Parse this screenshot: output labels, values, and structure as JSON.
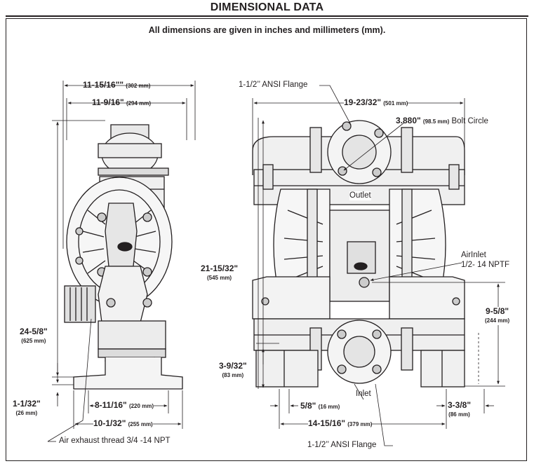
{
  "header": {
    "title": "DIMENSIONAL DATA"
  },
  "subtitle": "All dimensions are given in inches and millimeters (mm).",
  "side_view": {
    "overall_width": {
      "inch": "11-15/16\"\"",
      "mm": "(302 mm)"
    },
    "flange_width": {
      "inch": "11-9/16\"",
      "mm": "(294 mm)"
    },
    "overall_height": {
      "inch": "24-5/8\"",
      "mm": "(625 mm)"
    },
    "base_height": {
      "inch": "1-1/32\"",
      "mm": "(26 mm)"
    },
    "base_mounting": {
      "inch": "8-11/16\"",
      "mm": "(220 mm)"
    },
    "base_length": {
      "inch": "10-1/32\"",
      "mm": "(255 mm)"
    },
    "air_exhaust_label": "Air exhaust thread 3/4 -14 NPT"
  },
  "front_view": {
    "top_flange_label": "1-1/2’’ ANSI Flange",
    "width": {
      "inch": "19-23/32\"",
      "mm": "(501 mm)"
    },
    "bolt_circle": {
      "inch": "3.880\"",
      "mm": "(98.5 mm)",
      "suffix": "Bolt Circle"
    },
    "outlet_label": "Outlet",
    "height": {
      "inch": "21-15/32\"",
      "mm": "(545 mm)"
    },
    "air_inlet_label_1": "AirInlet",
    "air_inlet_label_2": "1/2- 14 NPTF",
    "air_inlet_height": {
      "inch": "9-5/8\"",
      "mm": "(244 mm)"
    },
    "inlet_height": {
      "inch": "3-9/32\"",
      "mm": "(83 mm)"
    },
    "inlet_label": "Inlet",
    "inlet_offset": {
      "inch": "5/8\"",
      "mm": "(16 mm)"
    },
    "foot_width": {
      "inch": "3-3/8\"",
      "mm": "(86 mm)"
    },
    "base_width": {
      "inch": "14-15/16\"",
      "mm": "(379 mm)"
    },
    "bottom_flange_label": "1-1/2’’ ANSI Flange"
  }
}
